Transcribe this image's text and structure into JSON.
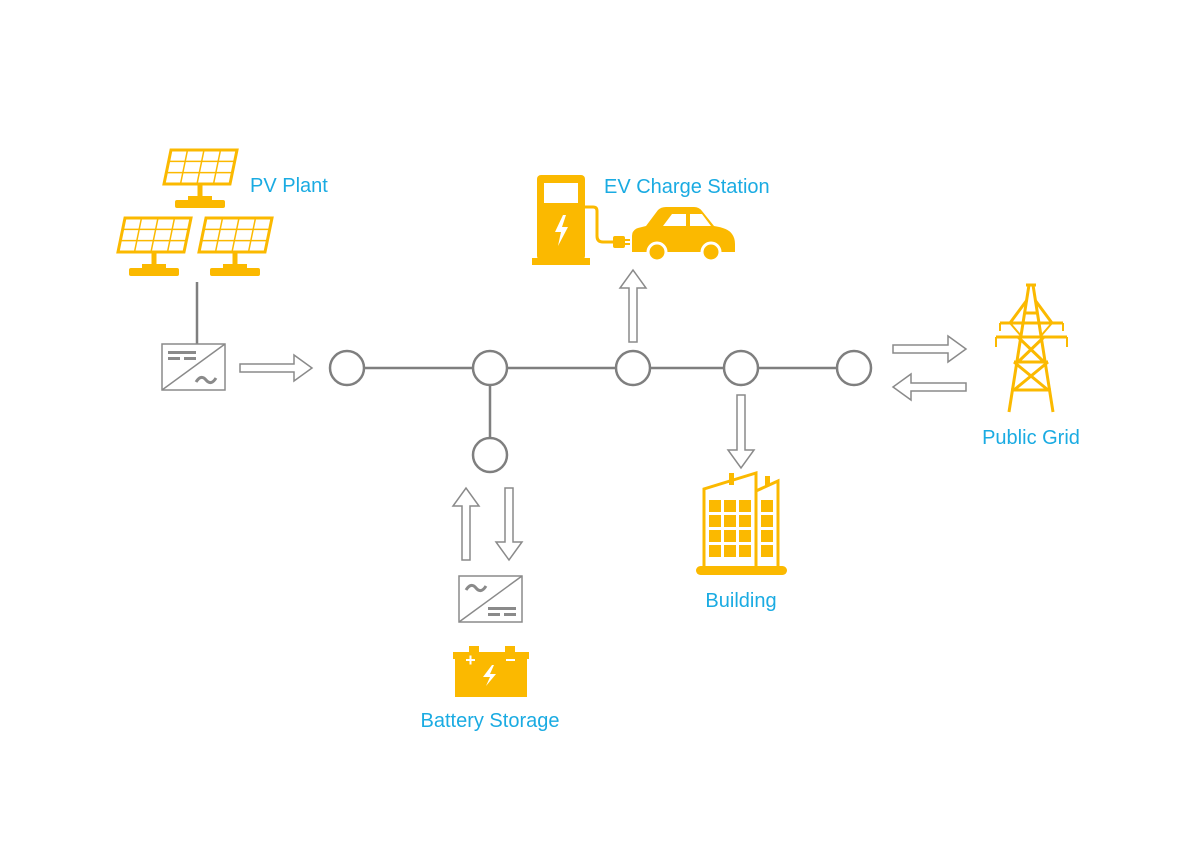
{
  "labels": {
    "pv_plant": "PV Plant",
    "ev_charge_station": "EV Charge Station",
    "public_grid": "Public Grid",
    "building": "Building",
    "battery_storage": "Battery Storage"
  },
  "colors": {
    "icon": "#fbb900",
    "label": "#1aabe2",
    "line": "#7f7f7f",
    "arrow": "#8a8a8a"
  }
}
